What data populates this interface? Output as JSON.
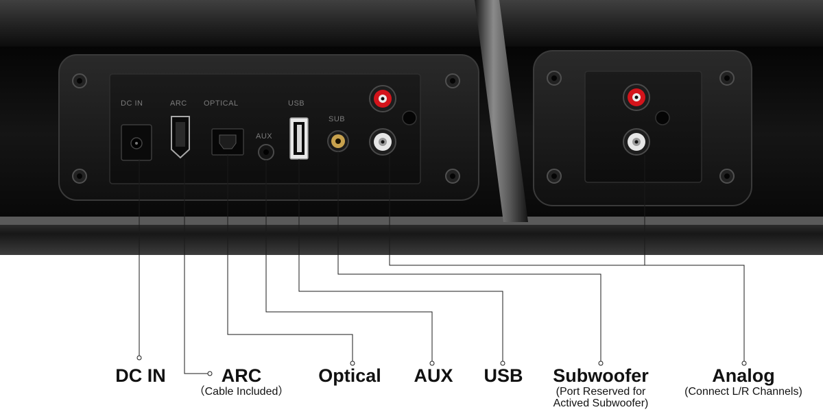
{
  "panel_labels": {
    "dc_in": "DC IN",
    "arc": "ARC",
    "optical": "OPTICAL",
    "aux": "AUX",
    "usb": "USB",
    "sub": "SUB"
  },
  "callouts": {
    "dc_in": {
      "title": "DC IN"
    },
    "arc": {
      "title": "ARC",
      "note": "（Cable Included）"
    },
    "optical": {
      "title": "Optical"
    },
    "aux": {
      "title": "AUX"
    },
    "usb": {
      "title": "USB"
    },
    "subwoofer": {
      "title": "Subwoofer",
      "note_line1": "(Port Reserved for",
      "note_line2": "Actived Subwoofer)"
    },
    "analog": {
      "title": "Analog",
      "note": "(Connect L/R Channels)"
    }
  },
  "colors": {
    "rca_red": "#d4141b",
    "rca_white": "#e6e6e6",
    "rca_gold": "#c8a24e",
    "body": "#151515"
  },
  "icons": [
    "hdmi-port-icon",
    "optical-port-icon",
    "usb-port-icon",
    "aux-jack-icon",
    "dc-barrel-jack-icon",
    "rca-jack-icon"
  ]
}
